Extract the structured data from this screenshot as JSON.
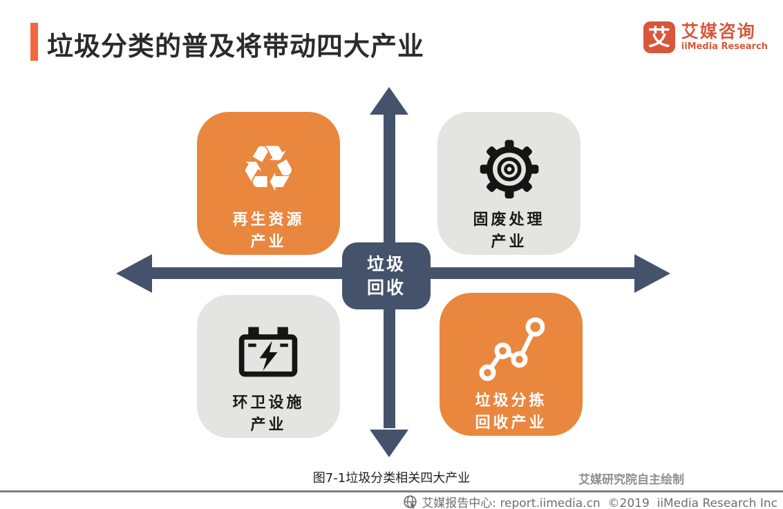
{
  "header": {
    "title": "垃圾分类的普及将带动四大产业",
    "accent_color": "#F2673F",
    "logo": {
      "glyph": "艾",
      "name_cn": "艾媒咨询",
      "name_en": "iiMedia Research",
      "brand_color": "#D8573B"
    }
  },
  "diagram": {
    "axis_color": "#44536B",
    "orange_color": "#E9873E",
    "gray_color": "#E4E4E3",
    "center": {
      "line1": "垃圾",
      "line2": "回收"
    },
    "quadrants": [
      {
        "position": "top-left",
        "icon": "recycle-icon",
        "style": "orange",
        "line1": "再生资源",
        "line2": "产业"
      },
      {
        "position": "top-right",
        "icon": "gear-icon",
        "style": "gray",
        "line1": "固废处理",
        "line2": "产业"
      },
      {
        "position": "bottom-left",
        "icon": "battery-icon",
        "style": "gray",
        "line1": "环卫设施",
        "line2": "产业"
      },
      {
        "position": "bottom-right",
        "icon": "trend-icon",
        "style": "orange",
        "line1": "垃圾分拣",
        "line2": "回收产业"
      }
    ],
    "recycle_glyph": "♻"
  },
  "caption": {
    "text": "图7-1垃圾分类相关四大产业"
  },
  "source_note": {
    "text": "艾媒研究院自主绘制"
  },
  "footer": {
    "text": "艾媒报告中心: report.iimedia.cn  ©2019  iiMedia Research Inc"
  }
}
